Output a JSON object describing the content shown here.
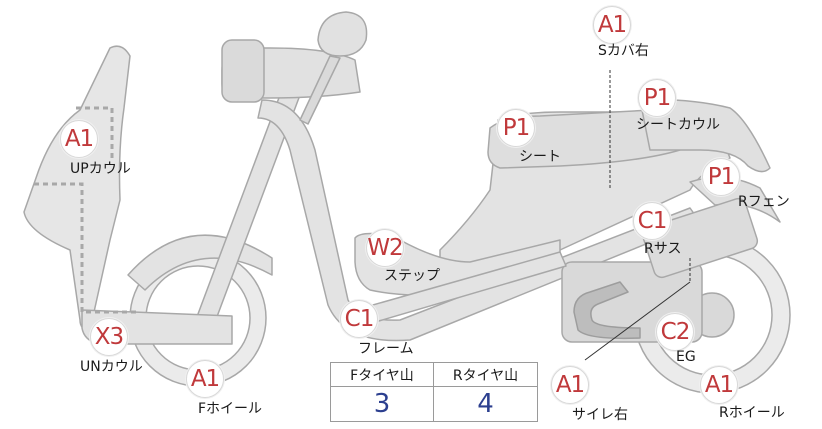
{
  "parts": [
    {
      "id": "s-cover-right",
      "grade": "A1",
      "label": "Sカバ右"
    },
    {
      "id": "up-cowl",
      "grade": "A1",
      "label": "UPカウル"
    },
    {
      "id": "seat",
      "grade": "P1",
      "label": "シート"
    },
    {
      "id": "seat-cowl",
      "grade": "P1",
      "label": "シートカウル"
    },
    {
      "id": "r-fender",
      "grade": "P1",
      "label": "Rフェン"
    },
    {
      "id": "r-sus",
      "grade": "C1",
      "label": "Rサス"
    },
    {
      "id": "step",
      "grade": "W2",
      "label": "ステップ"
    },
    {
      "id": "frame",
      "grade": "C1",
      "label": "フレーム"
    },
    {
      "id": "un-cowl",
      "grade": "X3",
      "label": "UNカウル"
    },
    {
      "id": "f-wheel",
      "grade": "A1",
      "label": "Fホイール"
    },
    {
      "id": "eg",
      "grade": "C2",
      "label": "EG"
    },
    {
      "id": "muffler-right",
      "grade": "A1",
      "label": "サイレ右"
    },
    {
      "id": "r-wheel",
      "grade": "A1",
      "label": "Rホイール"
    }
  ],
  "tire_table": {
    "front_label": "Fタイヤ山",
    "rear_label": "Rタイヤ山",
    "front_value": "3",
    "rear_value": "4"
  },
  "colors": {
    "grade_text": "#c0393b",
    "tire_value": "#2c3f8f",
    "body_fill": "#e6e6e6",
    "body_stroke": "#a8a8a8"
  }
}
